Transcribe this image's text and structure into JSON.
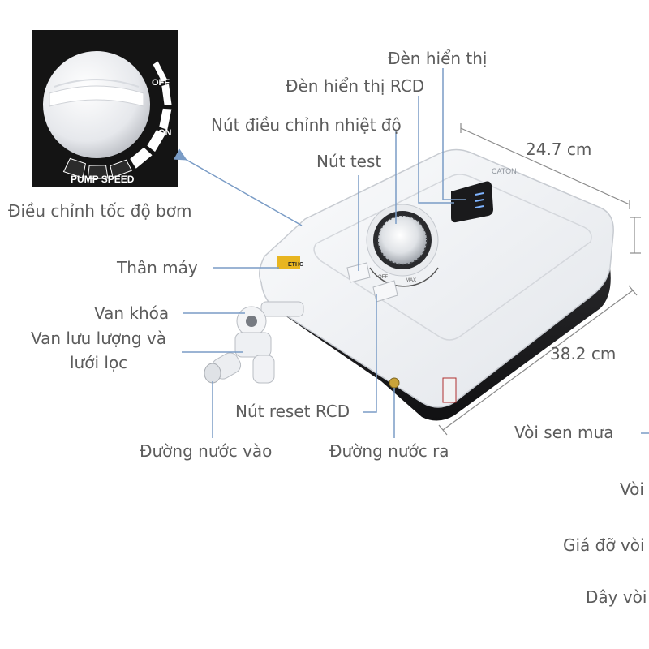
{
  "inset": {
    "off_label": "OFF",
    "on_label": "ON",
    "caption": "PUMP SPEED",
    "pump_speed_level": 0.55
  },
  "device": {
    "brand_label": "ETHC",
    "dial_off": "OFF",
    "dial_max": "MAX",
    "logo": "CATON"
  },
  "labels": {
    "den_hien_thi": "Đèn hiển thị",
    "den_hien_thi_rcd": "Đèn hiển thị RCD",
    "nut_dieu_chinh": "Nút điều chỉnh nhiệt độ",
    "nut_test": "Nút test",
    "dieu_chinh_bom": "Điều chỉnh tốc độ bơm",
    "than_may": "Thân máy",
    "van_khoa": "Van khóa",
    "van_luu_luong_1": "Van lưu lượng và",
    "van_luu_luong_2": "lưới lọc",
    "nut_reset": "Nút reset RCD",
    "duong_nuoc_vao": "Đường nước vào",
    "duong_nuoc_ra": "Đường nước ra",
    "voi_sen_mua": "Vòi sen mưa",
    "voi": "Vòi",
    "gia_do": "Giá đỡ vòi",
    "day_voi": "Dây vòi"
  },
  "dimensions": {
    "width": "24.7 cm",
    "length": "38.2 cm"
  },
  "colors": {
    "label_text": "#5c5c5c",
    "leader_line": "#7a9cc6",
    "dimension_line": "#8a8a8a",
    "body_white": "#f4f5f7",
    "body_dark": "#1c1c1e"
  }
}
